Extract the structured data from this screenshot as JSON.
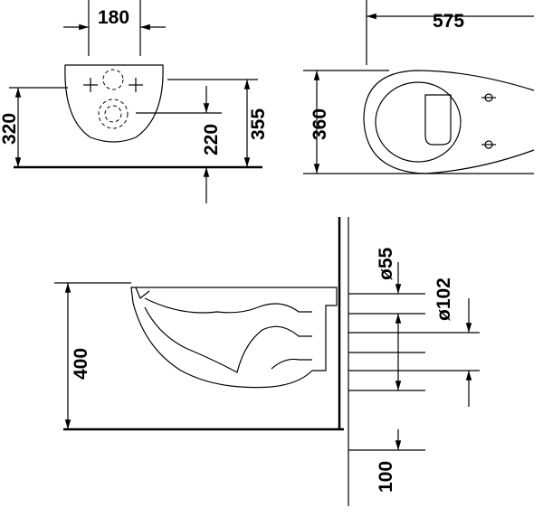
{
  "front_view": {
    "width_label": "180",
    "height_left_label": "320",
    "outlet_height_label": "220",
    "overall_height_label": "355"
  },
  "plan_view": {
    "length_label": "575",
    "width_label": "360"
  },
  "side_view": {
    "rim_height_label": "400",
    "inlet_diameter_label": "ø55",
    "outlet_diameter_label": "ø102",
    "floor_offset_label": "100"
  }
}
